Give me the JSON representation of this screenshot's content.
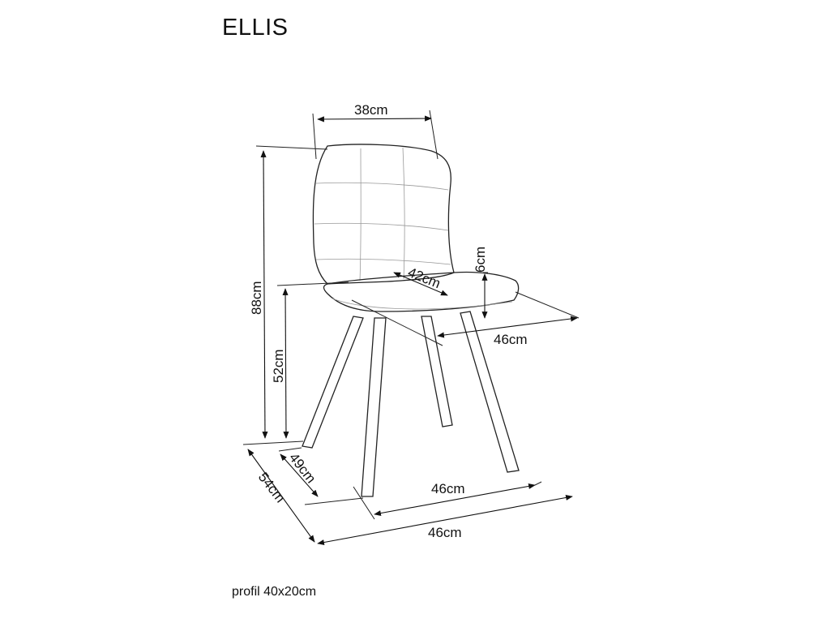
{
  "title": "ELLIS",
  "note": "profil 40x20cm",
  "dimensions": {
    "back_width": "38cm",
    "total_height": "88cm",
    "seat_height": "52cm",
    "seat_depth": "42cm",
    "seat_thickness": "6cm",
    "seat_width": "46cm",
    "inner_depth": "49cm",
    "outer_depth": "54cm",
    "inner_width": "46cm",
    "outer_width": "46cm"
  }
}
